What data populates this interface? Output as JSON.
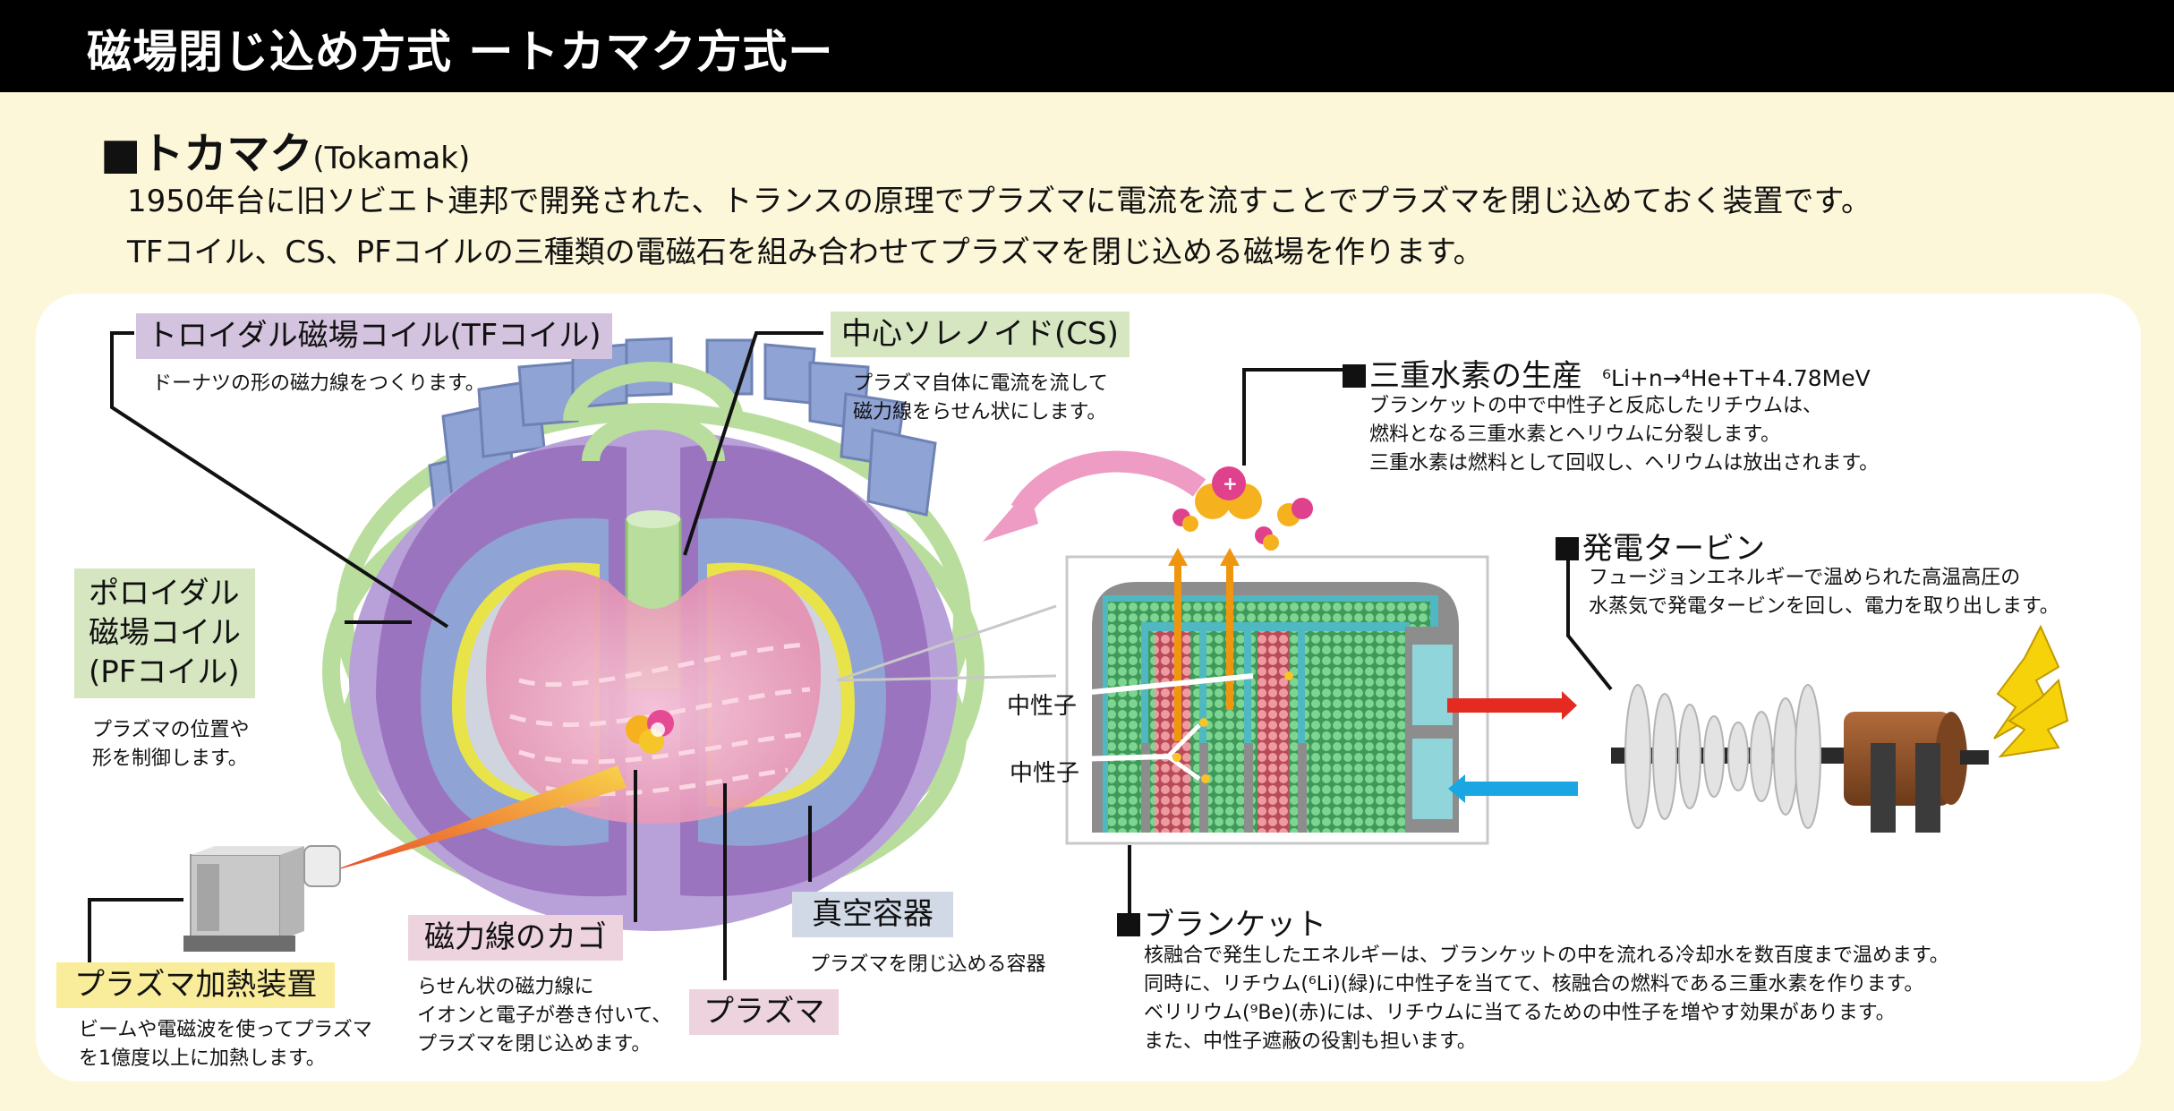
{
  "header": {
    "title": "磁場閉じ込め方式 ートカマク方式ー"
  },
  "section": {
    "title": "■トカマク",
    "title_en": "(Tokamak)",
    "intro": [
      "1950年台に旧ソビエト連邦で開発された、トランスの原理でプラズマに電流を流すことでプラズマを閉じ込めておく装置です。",
      "TFコイル、CS、PFコイルの三種類の電磁石を組み合わせてプラズマを閉じ込める磁場を作ります。"
    ]
  },
  "tokamak_labels": {
    "tf_coil": {
      "title": "トロイダル磁場コイル(TFコイル)",
      "desc": "ドーナツの形の磁力線をつくります。"
    },
    "cs": {
      "title": "中心ソレノイド(CS)",
      "desc": [
        "プラズマ自体に電流を流して",
        "磁力線をらせん状にします。"
      ]
    },
    "pf_coil": {
      "title": [
        "ポロイダル",
        "磁場コイル",
        "(PFコイル)"
      ],
      "desc": [
        "プラズマの位置や",
        "形を制御します。"
      ]
    },
    "heating": {
      "title": "プラズマ加熱装置",
      "desc": [
        "ビームや電磁波を使ってプラズマ",
        "を1億度以上に加熱します。"
      ]
    },
    "magnetic_cage": {
      "title": "磁力線のカゴ",
      "desc": [
        "らせん状の磁力線に",
        "イオンと電子が巻き付いて、",
        "プラズマを閉じ込めます。"
      ]
    },
    "plasma": {
      "title": "プラズマ"
    },
    "vacuum_vessel": {
      "title": "真空容器",
      "desc": "プラズマを閉じ込める容器"
    }
  },
  "tritium": {
    "title": "三重水素の生産",
    "equation": "⁶Li+n→⁴He+T+4.78MeV",
    "desc": [
      "ブランケットの中で中性子と反応したリチウムは、",
      "燃料となる三重水素とヘリウムに分裂します。",
      "三重水素は燃料として回収し、ヘリウムは放出されます。"
    ]
  },
  "turbine": {
    "title": "発電タービン",
    "desc": [
      "フュージョンエネルギーで温められた高温高圧の",
      "水蒸気で発電タービンを回し、電力を取り出します。"
    ]
  },
  "blanket": {
    "title": "ブランケット",
    "neutron_labels": [
      "中性子",
      "中性子"
    ],
    "desc": [
      "核融合で発生したエネルギーは、ブランケットの中を流れる冷却水を数百度まで温めます。",
      "同時に、リチウム(⁶Li)(緑)に中性子を当てて、核融合の燃料である三重水素を作ります。",
      "ベリリウム(⁹Be)(赤)には、リチウムに当てるための中性子を増やす効果があります。",
      "また、中性子遮蔽の役割も担います。"
    ],
    "colors": {
      "lithium": "#5ec27a",
      "beryllium": "#e0707a",
      "coolant": "#4fb8c0"
    }
  },
  "icons": {
    "hot_flow_arrow": "red-arrow-right",
    "cold_flow_arrow": "blue-arrow-left",
    "recycle_arrow": "pink-curved-arrow",
    "lightning": "lightning-bolt"
  }
}
